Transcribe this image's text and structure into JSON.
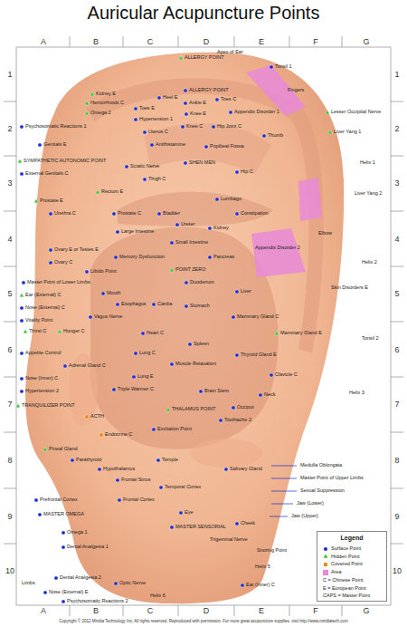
{
  "diagram": {
    "title": "Auricular Acupuncture Points",
    "caption": "Copyright © 2012 Miridia Technology Inc. All rights reserved. Reproduced with permission. For more great acupuncture supplies, visit http://www.miridiatech.com",
    "labels": [
      "A",
      "B",
      "C",
      "D",
      "E",
      "F",
      "G",
      "A",
      "B",
      "C",
      "D",
      "E",
      "F",
      "G",
      "1",
      "2",
      "3",
      "4",
      "5",
      "6",
      "7",
      "8",
      "9",
      "10",
      "1",
      "2",
      "3",
      "4",
      "5",
      "6",
      "7",
      "8",
      "9",
      "10",
      "ALLERGY POINT",
      "Apex of Ear",
      "ALLERGY POINT",
      "Tonsil 1",
      "Kidney E",
      "Hemorrhoids C",
      "Omega 2",
      "Psychosomatic Reactions 1",
      "Toes E",
      "Heel E",
      "Ankle E",
      "Toes C",
      "Hypertension 1",
      "Knee E",
      "Appendix Disorder 1",
      "Fingers",
      "Lesser Occipital Nerve",
      "Liver Yang 1",
      "Uterus C",
      "Knee C",
      "Hip Joint C",
      "Thumb",
      "Antihistamine",
      "Popliteal Fossa",
      "Genitals E",
      "SYMPATHETIC AUTONOMIC POINT",
      "External Genitals C",
      "Sciatic Nerve",
      "SHEN MEN",
      "Hip C",
      "Thigh C",
      "Helix 1",
      "Liver Yang 2",
      "Prostate E",
      "Rectum E",
      "Urethra C",
      "Lumbago",
      "Constipation",
      "Prostate C",
      "Bladder",
      "Ureter",
      "Kidney",
      "Large Intestine",
      "Elbow",
      "Small Intestine",
      "Appendix Disorder 2",
      "Ovary E or Testes E",
      "Memory Dysfunction",
      "Pancreas",
      "Ovary C",
      "Helix 2",
      "POINT ZERO",
      "Libido Point",
      "Duodenum",
      "Master Point of Lower Limbs",
      "Skin Disorders E",
      "Mouth",
      "Liver",
      "Ear (External) C",
      "Esophagus",
      "Cardia",
      "Stomach",
      "Nose (External) C",
      "Vagus Nerve",
      "Mammary Gland C",
      "Vitality Point",
      "Thirst C",
      "Hunger C",
      "Heart C",
      "Mammary Gland E",
      "Tonsil 2",
      "Spleen",
      "Appetite Control",
      "Lung C",
      "Thyroid Gland E",
      "Muscle Relaxation",
      "Adrenal Gland C",
      "Nose (Inner) C",
      "Lung E",
      "Clavicle C",
      "Triple Warmer C",
      "Hypertension 2",
      "Brain Stem",
      "Helix 3",
      "Neck",
      "TRANQUILIZER POINT",
      "Occiput",
      "THALAMUS POINT",
      "ACTH",
      "Toothache 2",
      "Excitation Point",
      "Endocrine C",
      "Pineal Gland",
      "Parathyroid",
      "Temple",
      "Salivary Gland",
      "Medulla Oblongata",
      "Hypothalamus",
      "Frontal Sinus",
      "Master Point of Upper Limbs",
      "Temporal Cortex",
      "Sexual Suppression",
      "Prefrontal Cortex",
      "Frontal Cortex",
      "Jaw (Lower)",
      "Eye",
      "MASTER OMEGA",
      "Jaw (Upper)",
      "Cheek",
      "MASTER SENSORIAL",
      "Omega 1",
      "Trigeminal Nerve",
      "Dental Analgesia 1",
      "Snoring Point",
      "Helix 5",
      "Dental Analgesia 2",
      "Limbs",
      "Optic Nerve",
      "Ear (Inner) C",
      "Nose (External) E",
      "Helix 6",
      "Psychosomatic Reactions 2",
      "Legend"
    ],
    "legend": [
      {
        "text": "Surface Point"
      },
      {
        "text": "Hidden Point"
      },
      {
        "text": "Covered Point"
      },
      {
        "text": "Area",
        "color": "#e88ad8"
      },
      {
        "text": "C = Chinese Point"
      },
      {
        "text": "E = European Point"
      },
      {
        "text": "CAPS = Master Point"
      }
    ]
  }
}
